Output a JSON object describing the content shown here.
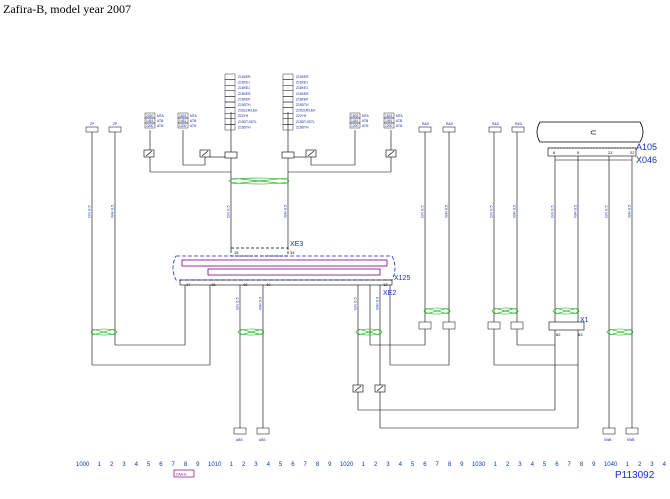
{
  "title": "Zafira-B, model year 2007",
  "figure_ref": "P113092",
  "connectors": {
    "xe3": "XE3",
    "x125": "X125",
    "xe2": "XE2",
    "x1": "X1",
    "x046": "X046",
    "a105": "A105"
  },
  "top_tags": [
    {
      "id": "zp1",
      "text": "ZP"
    },
    {
      "id": "zp2",
      "text": "ZP"
    },
    {
      "id": "r1",
      "text": "R&D"
    },
    {
      "id": "r2",
      "text": "R&D"
    },
    {
      "id": "r3",
      "text": "R&D"
    },
    {
      "id": "r4",
      "text": "R&D"
    }
  ],
  "option_blocks": [
    {
      "id": "ob1",
      "rows": [
        [
          "2020",
          "MTA"
        ],
        [
          "1451",
          "ATB"
        ],
        [
          "1200",
          "ATN"
        ]
      ]
    },
    {
      "id": "ob2",
      "rows": [
        [
          "1623",
          "MTA"
        ],
        [
          "1451",
          "ATB"
        ],
        [
          "1200",
          "ATN"
        ]
      ]
    },
    {
      "id": "ob3",
      "rows": [
        [
          "1903",
          "MTA"
        ],
        [
          "1451",
          "ATB"
        ],
        [
          "1200",
          "ATN"
        ]
      ]
    },
    {
      "id": "ob4",
      "rows": [
        [
          "1623",
          "MTA"
        ],
        [
          "1451",
          "ATB"
        ],
        [
          "1200",
          "ATN"
        ]
      ]
    }
  ],
  "center_lists": [
    {
      "id": "cl1",
      "rows": [
        "Z16XER",
        "Z16XE1",
        "Z18XE1",
        "Z18XER",
        "Z18XEP",
        "Z19DTH",
        "Z20LER/LEH",
        "Z22YH",
        "Z19DTJ/DTL",
        "Z19DTH"
      ]
    },
    {
      "id": "cl2",
      "rows": [
        "Z16XER",
        "Z16XE1",
        "Z18XE1",
        "Z18XER",
        "Z18XEP",
        "Z19DTH",
        "Z20LER/LEH",
        "Z22YH",
        "Z19DTJ/DTL",
        "Z19DTH"
      ]
    }
  ],
  "pin_labels": {
    "a105_pins": [
      "6",
      "5",
      "21",
      "22"
    ],
    "x125_pins": [
      "15",
      "34"
    ],
    "xe2_pins": [
      "47",
      "48",
      "40",
      "40",
      "13"
    ],
    "x1_pins": [
      "62",
      "63"
    ]
  },
  "bottom_tags": [
    {
      "id": "abs1",
      "text": "ABS"
    },
    {
      "id": "abs2",
      "text": "ABS"
    },
    {
      "id": "swb1",
      "text": "SWB"
    },
    {
      "id": "swb2",
      "text": "SWB"
    }
  ],
  "wire_labels": [
    "GN 0.5",
    "WH 0.5",
    "GN 0.5",
    "WH 0.5",
    "GN 0.5",
    "WH 0.5",
    "GN 0.5",
    "WH 0.5",
    "GN 0.5",
    "WH 0.5",
    "GN 0.5",
    "WH 0.5",
    "GN 0.5",
    "WH 0.5",
    "GN 0.5",
    "WH 0.5"
  ],
  "ruler": {
    "majors": [
      "1000",
      "1010",
      "1020",
      "1030",
      "1040"
    ],
    "minors": [
      "1",
      "2",
      "3",
      "4",
      "5",
      "6",
      "7",
      "8",
      "9"
    ]
  },
  "can_tag": "CAN-H"
}
